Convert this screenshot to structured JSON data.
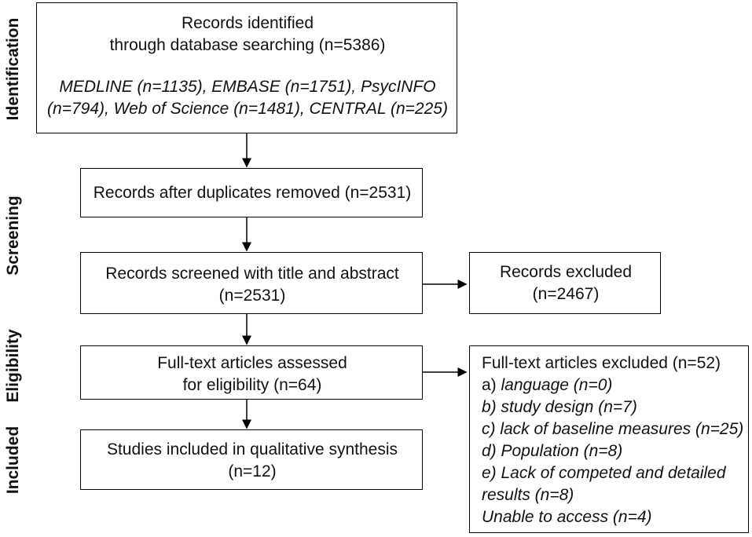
{
  "stages": {
    "identification": "Identification",
    "screening": "Screening",
    "eligibility": "Eligibility",
    "included": "Included"
  },
  "boxes": {
    "identified": {
      "line1": "Records identified",
      "line2": "through database searching (n=5386)",
      "sources_line1": "MEDLINE (n=1135), EMBASE (n=1751), PsycINFO",
      "sources_line2": "(n=794), Web of Science (n=1481), CENTRAL (n=225)"
    },
    "duplicates": {
      "line1": "Records after duplicates removed (n=2531)"
    },
    "screened": {
      "line1": "Records screened with title and abstract",
      "line2": "(n=2531)"
    },
    "excluded_records": {
      "line1": "Records excluded",
      "line2": "(n=2467)"
    },
    "fulltext": {
      "line1": "Full-text articles assessed",
      "line2": "for eligibility (n=64)"
    },
    "fulltext_excluded": {
      "title": "Full-text articles excluded (n=52)",
      "items": [
        {
          "prefix": "a) ",
          "text": "language (n=0)"
        },
        {
          "prefix": "",
          "text": "b) study design (n=7)"
        },
        {
          "prefix": "",
          "text": "c) lack of baseline measures (n=25)"
        },
        {
          "prefix": "",
          "text": "d) Population (n=8)"
        },
        {
          "prefix": "",
          "text": "e) Lack of competed and detailed"
        },
        {
          "prefix": "",
          "text": "results (n=8)"
        },
        {
          "prefix": "",
          "text": "Unable to access (n=4)"
        }
      ]
    },
    "included": {
      "line1": "Studies included in qualitative synthesis",
      "line2": "(n=12)"
    }
  }
}
